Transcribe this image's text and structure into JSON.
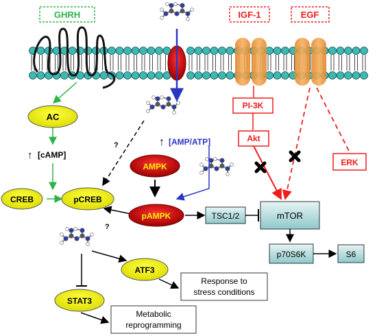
{
  "receptors": {
    "ghrh": "GHRH",
    "igf1": "IGF-1",
    "egf": "EGF"
  },
  "nodes": {
    "ac": "AC",
    "camp": "[cAMP]",
    "creb": "CREB",
    "pcreb": "pCREB",
    "amp_atp": "[AMP/ATP]",
    "ampk": "AMPK",
    "pampk": "pAMPK",
    "pi3k": "PI-3K",
    "akt": "Akt",
    "erk": "ERK",
    "tsc": "TSC1/2",
    "mtor": "mTOR",
    "p70s6k": "p70S6K",
    "s6": "S6",
    "atf3": "ATF3",
    "stat3": "STAT3",
    "stress_line1": "Response to",
    "stress_line2": "stress conditions",
    "meta_line1": "Metabolic",
    "meta_line2": "reprogramming",
    "question": "?",
    "up_arrow": "↑"
  },
  "colors": {
    "green": "#2db34a",
    "red": "#ee1c1c",
    "blue": "#2a35c4",
    "yellow": "#f2f200",
    "dark_red": "#c00000",
    "teal_box": "#a9d6d8",
    "membrane_head": "#3fb7b2",
    "receptor": "#f2a24a"
  },
  "icons": [
    "metformin-molecule-icon",
    "blocked-x-icon"
  ]
}
